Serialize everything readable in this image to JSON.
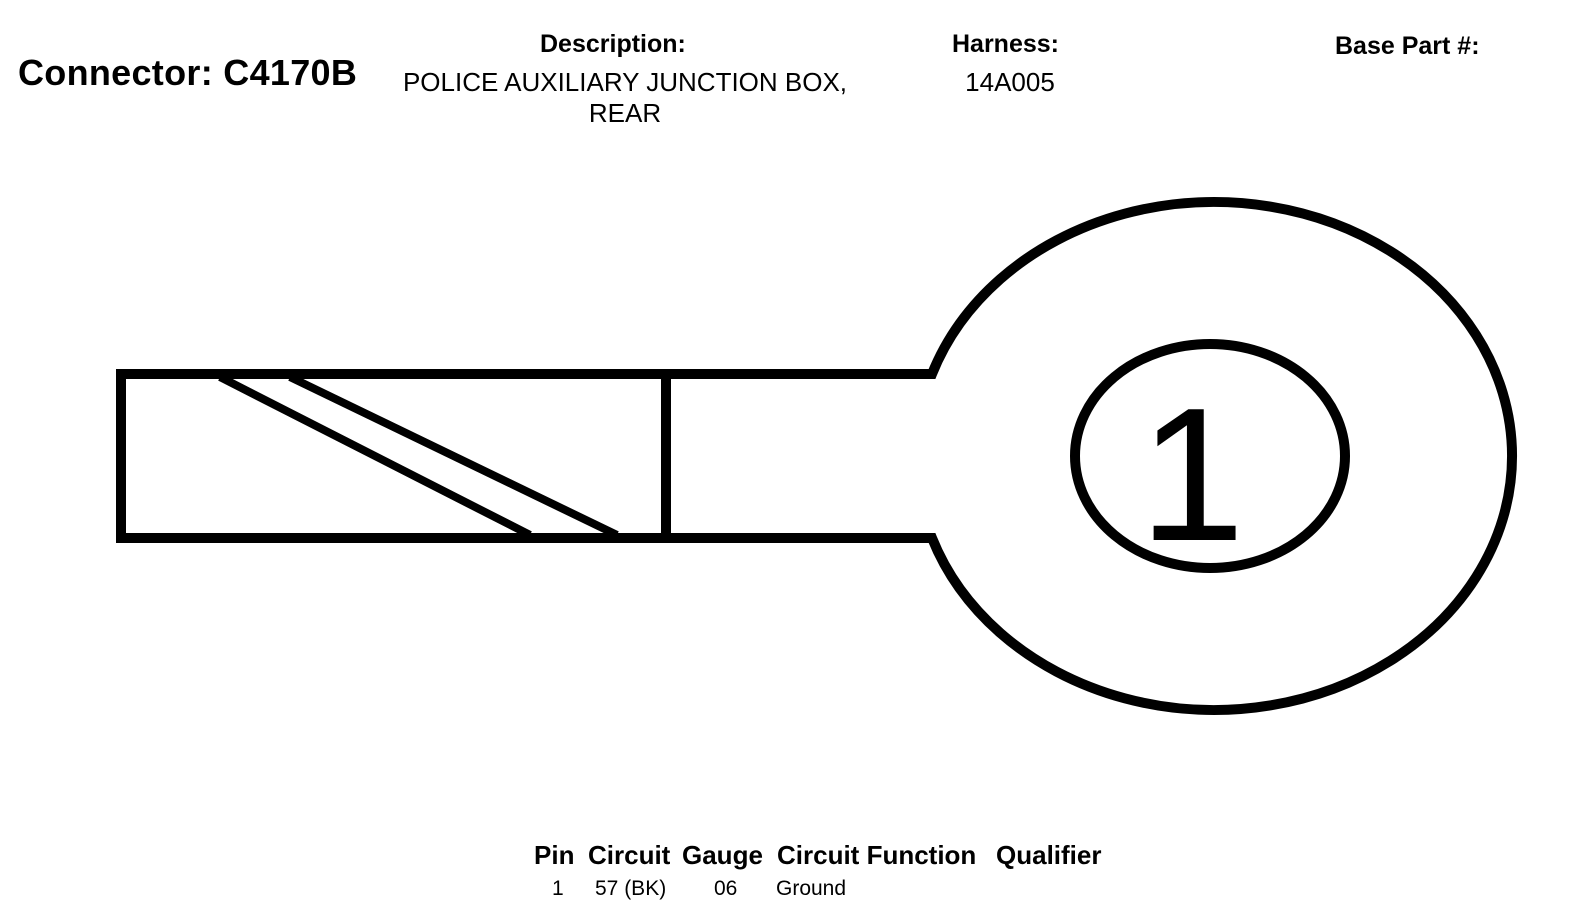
{
  "header": {
    "connector_title": "Connector: C4170B",
    "description_label": "Description:",
    "description_line1": "POLICE AUXILIARY JUNCTION BOX,",
    "description_line2": "REAR",
    "harness_label": "Harness:",
    "harness_value": "14A005",
    "base_part_label": "Base Part #:"
  },
  "diagram": {
    "pin_label": "1",
    "stroke_color": "#000000",
    "fill_color": "#ffffff"
  },
  "pin_table": {
    "headers": [
      "Pin",
      "Circuit",
      "Gauge",
      "Circuit Function",
      "Qualifier"
    ],
    "rows": [
      {
        "pin": "1",
        "circuit": "57 (BK)",
        "gauge": "06",
        "function": "Ground",
        "qualifier": ""
      }
    ]
  }
}
